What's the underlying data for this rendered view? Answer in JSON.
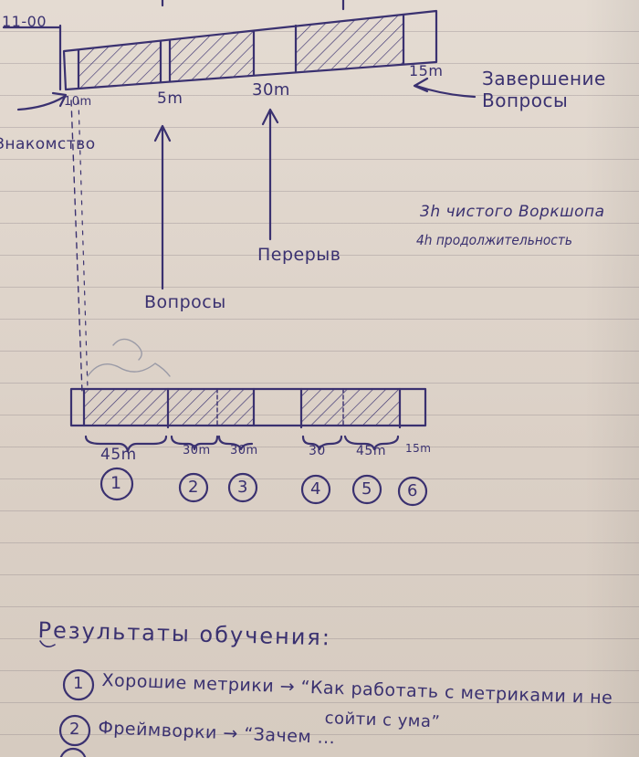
{
  "ink_color": "#3a3170",
  "paper_color": "#e0d7cd",
  "timeline_top": {
    "start_time": "11-00",
    "tick_labels": [
      "10m",
      "5m",
      "30m",
      "15m"
    ],
    "notes": {
      "intro": "Знакомство",
      "questions": "Вопросы",
      "break": "Перерыв",
      "finish_line1": "Завершение",
      "finish_line2": "Вопросы"
    }
  },
  "duration_notes": {
    "line1": "3h чистого Воркшопа",
    "line2": "4h продолжительность"
  },
  "timeline_bottom": {
    "segment_labels": [
      "45m",
      "30m",
      "30m",
      "30",
      "45m",
      "15m"
    ],
    "segment_numbers": [
      "1",
      "2",
      "3",
      "4",
      "5",
      "6"
    ]
  },
  "outcomes": {
    "heading": "Результаты обучения:",
    "items": [
      {
        "number": "1",
        "text": "Хорошие метрики → “Как работать с метриками и не",
        "continuation": "сойти с ума”"
      },
      {
        "number": "2",
        "text": "Фреймворки → “Зачем ..."
      }
    ]
  }
}
